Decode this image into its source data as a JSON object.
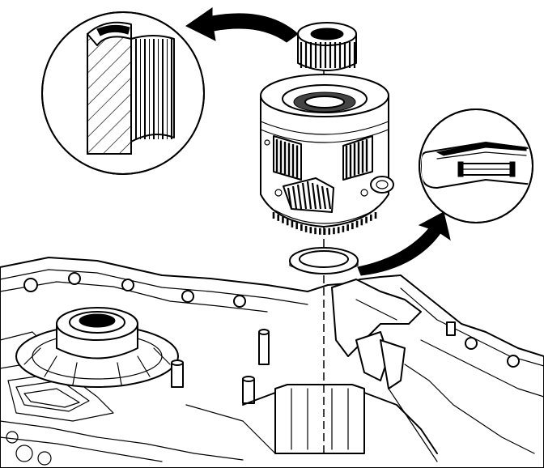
{
  "figure": {
    "kind": "exploded-assembly-line-art",
    "colors": {
      "ink": "#000000",
      "paper": "#ffffff"
    },
    "parts": [
      {
        "id": "gear-sleeve",
        "icon": "splined-gear-icon"
      },
      {
        "id": "differential-carrier",
        "icon": "gear-carrier-icon"
      },
      {
        "id": "thrust-washer",
        "icon": "ring-washer-icon"
      },
      {
        "id": "case-housing",
        "icon": "transmission-case-icon"
      },
      {
        "id": "detail-gear-cutaway",
        "icon": "magnified-gear-detail-icon"
      },
      {
        "id": "detail-washer-cutaway",
        "icon": "magnified-washer-detail-icon"
      }
    ],
    "callouts": [
      {
        "from": "gear-sleeve",
        "to": "detail-gear-cutaway",
        "icon": "curved-arrow-icon"
      },
      {
        "from": "thrust-washer",
        "to": "detail-washer-cutaway",
        "icon": "curved-arrow-icon"
      }
    ]
  }
}
